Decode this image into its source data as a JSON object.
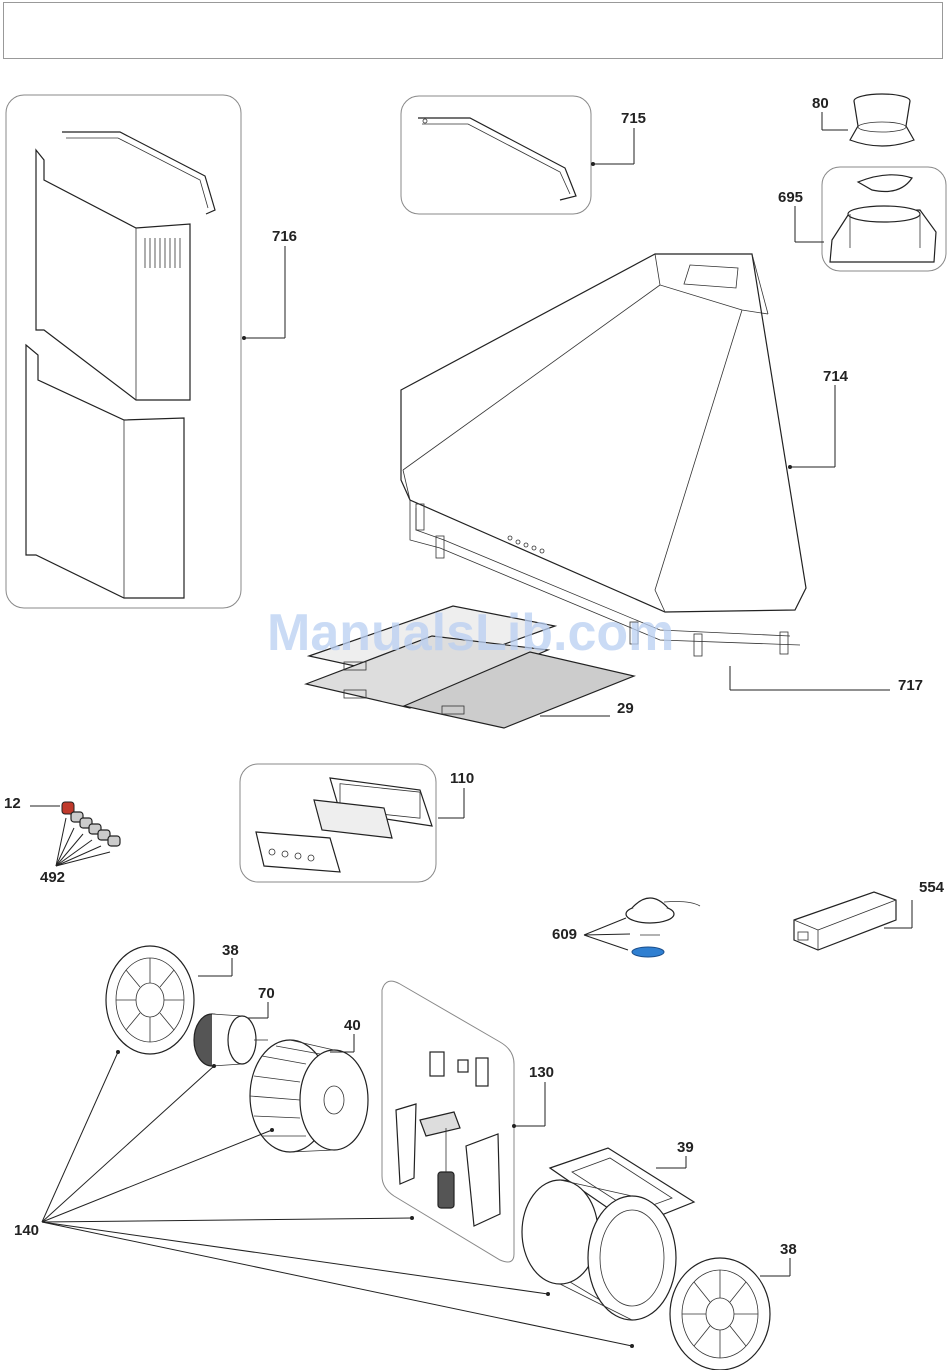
{
  "watermark": "ManualsLib.com",
  "colors": {
    "line": "#222222",
    "frame": "#888888",
    "accent_blue": "#2f7fd1",
    "accent_red": "#c0392b",
    "watermark": "#b9cff2"
  },
  "labels": {
    "p716": "716",
    "p715": "715",
    "p80": "80",
    "p695": "695",
    "p714": "714",
    "p717": "717",
    "p29": "29",
    "p12": "12",
    "p492": "492",
    "p110": "110",
    "p609": "609",
    "p554": "554",
    "p38a": "38",
    "p70": "70",
    "p40": "40",
    "p130": "130",
    "p39": "39",
    "p38b": "38",
    "p140": "140"
  }
}
